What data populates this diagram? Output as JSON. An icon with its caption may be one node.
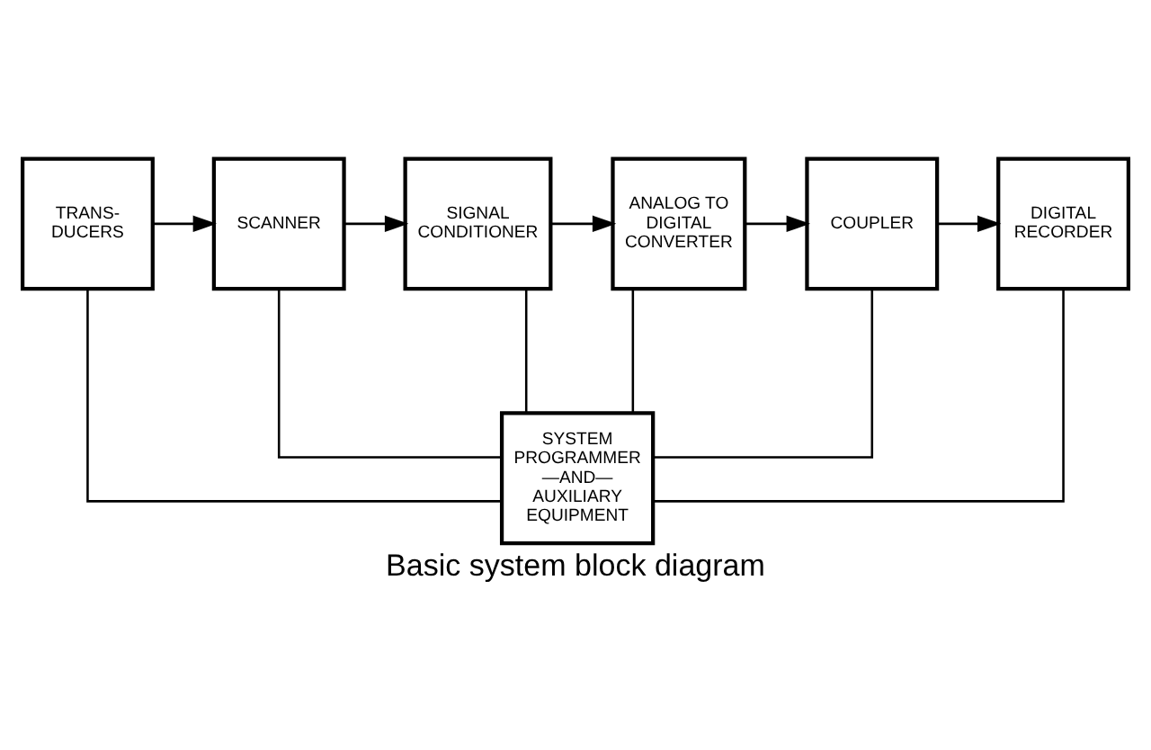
{
  "diagram": {
    "caption": "Basic system block diagram",
    "nodes": [
      {
        "text": [
          "TRANS- DUCERS"
        ]
      },
      {
        "text": [
          "SCANNER"
        ]
      },
      {
        "text": [
          "SIGNAL CONDITIONER"
        ]
      },
      {
        "text": [
          "ANALOG TO DIGITAL CONVERTER"
        ]
      },
      {
        "text": [
          "COUPLER"
        ]
      },
      {
        "text": [
          "DIGITAL RECORDER"
        ]
      },
      {
        "text": [
          "SYSTEM PROGRAMMER —AND— AUXILIARY EQUIPMENT"
        ]
      }
    ],
    "edges": [
      {
        "from": 0,
        "to": 1,
        "arrow": "to"
      },
      {
        "from": 1,
        "to": 2,
        "arrow": "to"
      },
      {
        "from": 2,
        "to": 3,
        "arrow": "to"
      },
      {
        "from": 3,
        "to": 4,
        "arrow": "to"
      },
      {
        "from": 4,
        "to": 5,
        "arrow": "to"
      },
      {
        "from": 0,
        "to": 6,
        "arrow": "none"
      },
      {
        "from": 1,
        "to": 6,
        "arrow": "none"
      },
      {
        "from": 2,
        "to": 6,
        "arrow": "none"
      },
      {
        "from": 3,
        "to": 6,
        "arrow": "none"
      },
      {
        "from": 4,
        "to": 6,
        "arrow": "none"
      },
      {
        "from": 5,
        "to": 6,
        "arrow": "none"
      }
    ]
  }
}
